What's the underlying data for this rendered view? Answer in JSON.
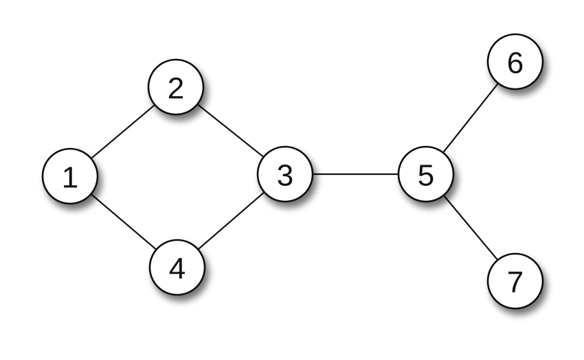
{
  "graph": {
    "nodes": [
      {
        "id": "1",
        "label": "1"
      },
      {
        "id": "2",
        "label": "2"
      },
      {
        "id": "3",
        "label": "3"
      },
      {
        "id": "4",
        "label": "4"
      },
      {
        "id": "5",
        "label": "5"
      },
      {
        "id": "6",
        "label": "6"
      },
      {
        "id": "7",
        "label": "7"
      }
    ],
    "edges": [
      {
        "from": "1",
        "to": "2"
      },
      {
        "from": "1",
        "to": "4"
      },
      {
        "from": "2",
        "to": "3"
      },
      {
        "from": "4",
        "to": "3"
      },
      {
        "from": "3",
        "to": "5"
      },
      {
        "from": "5",
        "to": "6"
      },
      {
        "from": "5",
        "to": "7"
      }
    ]
  },
  "colors": {
    "node_fill": "#ffffff",
    "stroke": "#111111",
    "background": "#ffffff"
  }
}
